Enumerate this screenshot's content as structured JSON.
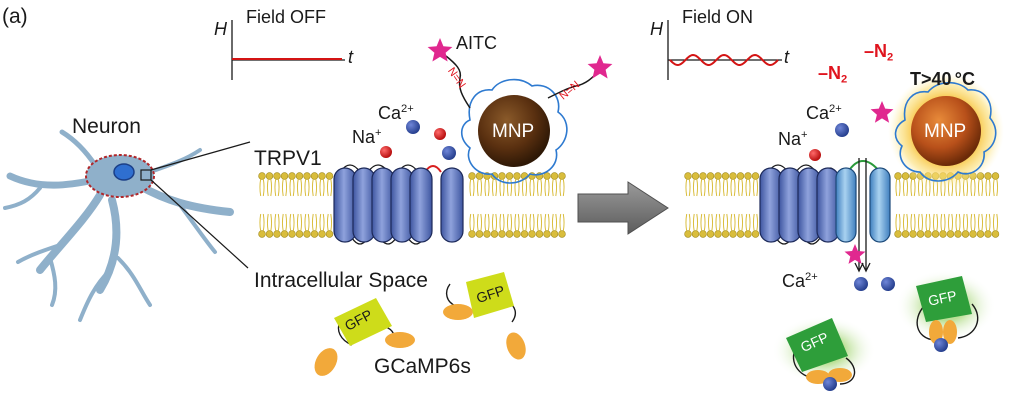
{
  "panel_label": "(a)",
  "neuron_label": "Neuron",
  "trpv1_label": "TRPV1",
  "intracellular_label": "Intracellular Space",
  "gcamp_label": "GCaMP6s",
  "gfp_label": "GFP",
  "mnp_label": "MNP",
  "aitc_label": "AITC",
  "azo_label": "N=N",
  "field_off": {
    "title": "Field OFF",
    "y_axis": "H",
    "x_axis": "t"
  },
  "field_on": {
    "title": "Field ON",
    "y_axis": "H",
    "x_axis": "t"
  },
  "ions": {
    "ca_label": "Ca",
    "ca_charge": "2+",
    "na_label": "Na",
    "na_charge": "+"
  },
  "n2_label": "–N",
  "n2_subscript": "2",
  "temperature_label": "T>40",
  "temperature_unit": "°C",
  "colors": {
    "membrane_lipid": "#d9bd3c",
    "channel": "#5a72b8",
    "channel_open": "#6da7d8",
    "mnp": "#5a3010",
    "mnp_glow": "#f7c23c",
    "calcium": "#3550a8",
    "sodium": "#d81f1f",
    "aitc_star": "#e0288f",
    "gfp_dim": "#cedc1a",
    "gfp_bright": "#2e9e3a",
    "calmodulin": "#f2a93a",
    "neuron": "#8fb0ca",
    "arrow": "#707070",
    "field_line": "#d41414"
  }
}
